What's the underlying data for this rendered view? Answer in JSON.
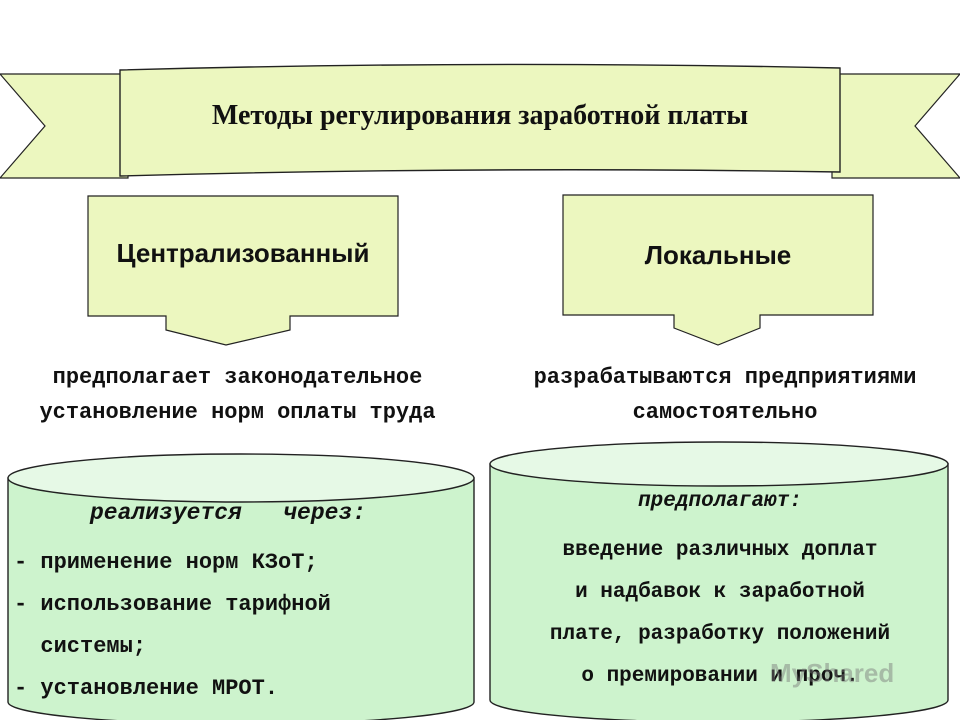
{
  "title": "Методы регулирования заработной платы",
  "left": {
    "title": "Централизованный",
    "description": [
      "предполагает законодательное",
      "установление норм оплаты труда"
    ],
    "heading": "реализуется   через:",
    "items": [
      "- применение норм КЗоТ;",
      "- использование тарифной",
      "  системы;",
      "- установление МРОТ."
    ]
  },
  "right": {
    "title": "Локальные",
    "description": [
      "разрабатываются предприятиями",
      "самостоятельно"
    ],
    "heading": "предполагают:",
    "items": [
      "введение различных доплат",
      "и надбавок к заработной",
      "плате, разработку положений",
      "о премировании и проч."
    ]
  },
  "watermark": "MyShared",
  "colors": {
    "box_fill": "#ecf7bf",
    "cylinder_fill": "#cdf3cd",
    "stroke": "#222222"
  }
}
